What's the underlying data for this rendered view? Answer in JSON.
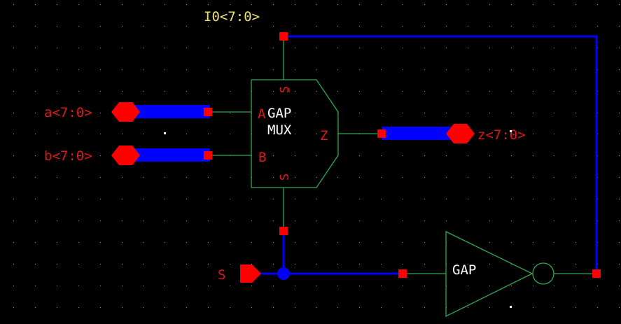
{
  "colors": {
    "background": "#000000",
    "grid_dot": "#9a9a9a",
    "wire_bus": "#0000ff",
    "wire_pin": "#2fa84f",
    "symbol": "#2fa84f",
    "pin_marker": "#ff0000",
    "pin_label": "#e01818",
    "net_label": "#e8e070",
    "instance_text": "#ffffff"
  },
  "net_labels": {
    "feedback_bus": "I0<7:0>"
  },
  "pins": {
    "a": "a<7:0>",
    "b": "b<7:0>",
    "z": "z<7:0>",
    "s": "S"
  },
  "mux": {
    "name": "GAP",
    "type": "MUX",
    "pin_a": "A",
    "pin_b": "B",
    "pin_z": "Z",
    "pin_sbar": "S",
    "pin_s": "S"
  },
  "inverter": {
    "name": "GAP"
  }
}
